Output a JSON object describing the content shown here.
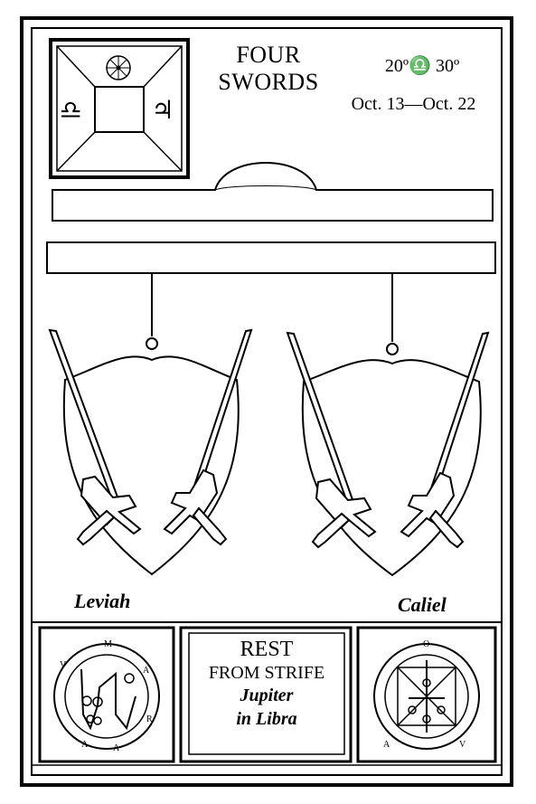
{
  "card": {
    "title_line1": "FOUR",
    "title_line2": "SWORDS",
    "degree_range": "20º♎ 30º",
    "date_range": "Oct. 13—Oct. 22",
    "left_angel": "Leviah",
    "right_angel": "Caliel",
    "meaning_line1": "REST",
    "meaning_line2": "FROM STRIFE",
    "planet_line1": "Jupiter",
    "planet_line2": "in Libra"
  },
  "glyphs": {
    "sign_symbol": "♎",
    "planet_symbol": "♃"
  },
  "sigil_letters_left": [
    "M",
    "A",
    "R",
    "A",
    "V",
    "A"
  ],
  "sigil_letters_right": [
    "O",
    "V",
    "A"
  ]
}
